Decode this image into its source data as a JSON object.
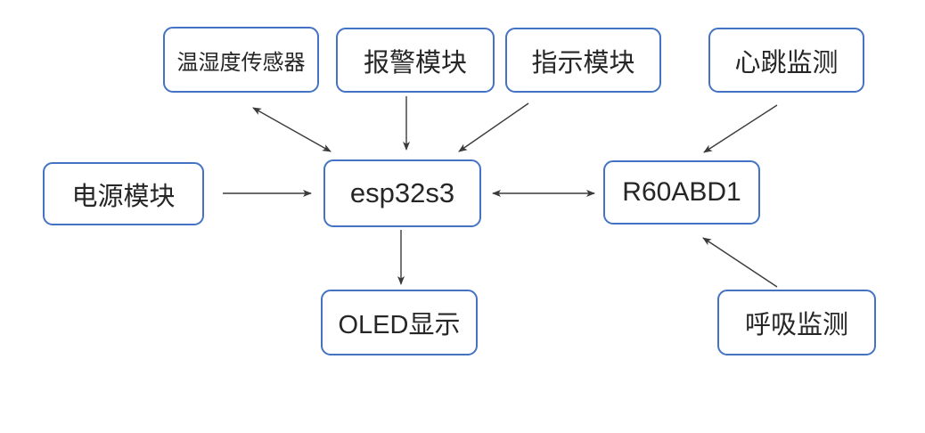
{
  "diagram": {
    "nodes": [
      {
        "id": "temp_humidity_sensor",
        "label": "温湿度传感器"
      },
      {
        "id": "alarm_module",
        "label": "报警模块"
      },
      {
        "id": "indicator_module",
        "label": "指示模块"
      },
      {
        "id": "heartbeat_monitor",
        "label": "心跳监测"
      },
      {
        "id": "power_module",
        "label": "电源模块"
      },
      {
        "id": "esp32s3",
        "label": "esp32s3"
      },
      {
        "id": "r60abd1",
        "label": "R60ABD1"
      },
      {
        "id": "oled_display",
        "label": "OLED显示"
      },
      {
        "id": "breathing_monitor",
        "label": "呼吸监测"
      }
    ],
    "edges": [
      {
        "from": "temp_humidity_sensor",
        "to": "esp32s3",
        "bidirectional": true
      },
      {
        "from": "alarm_module",
        "to": "esp32s3",
        "bidirectional": false
      },
      {
        "from": "indicator_module",
        "to": "esp32s3",
        "bidirectional": false
      },
      {
        "from": "power_module",
        "to": "esp32s3",
        "bidirectional": false
      },
      {
        "from": "esp32s3",
        "to": "r60abd1",
        "bidirectional": true
      },
      {
        "from": "esp32s3",
        "to": "oled_display",
        "bidirectional": false
      },
      {
        "from": "heartbeat_monitor",
        "to": "r60abd1",
        "bidirectional": false
      },
      {
        "from": "breathing_monitor",
        "to": "r60abd1",
        "bidirectional": false
      }
    ],
    "colors": {
      "box_border": "#4472C4",
      "box_fill": "#FFFFFF",
      "text": "#262626",
      "arrow": "#3B3B3B",
      "background": "#FFFFFF"
    }
  }
}
